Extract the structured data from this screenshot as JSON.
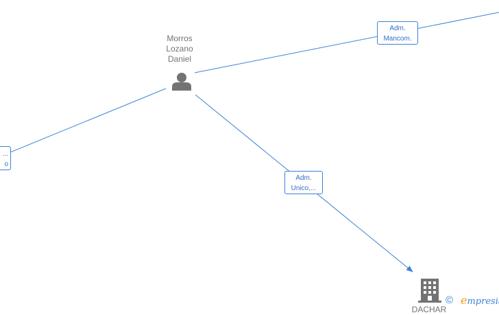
{
  "person": {
    "name": "Morros\nLozano\nDaniel",
    "icon": "person-icon",
    "color": "#737373"
  },
  "edges": {
    "to_right_company": {
      "label": "Adm.\nMancom."
    },
    "to_bottom_company": {
      "label": "Adm.\nUnico,..."
    },
    "to_left_company": {
      "label": "...\no"
    }
  },
  "companies": {
    "bottom": {
      "icon": "building-icon",
      "name": "DACHAR"
    }
  },
  "footer": {
    "copyright": "©",
    "brand_initial": "e",
    "brand_rest": "mpresia"
  },
  "colors": {
    "edge": "#3b82d6",
    "node": "#737373",
    "brand_orange": "#f39c12"
  }
}
